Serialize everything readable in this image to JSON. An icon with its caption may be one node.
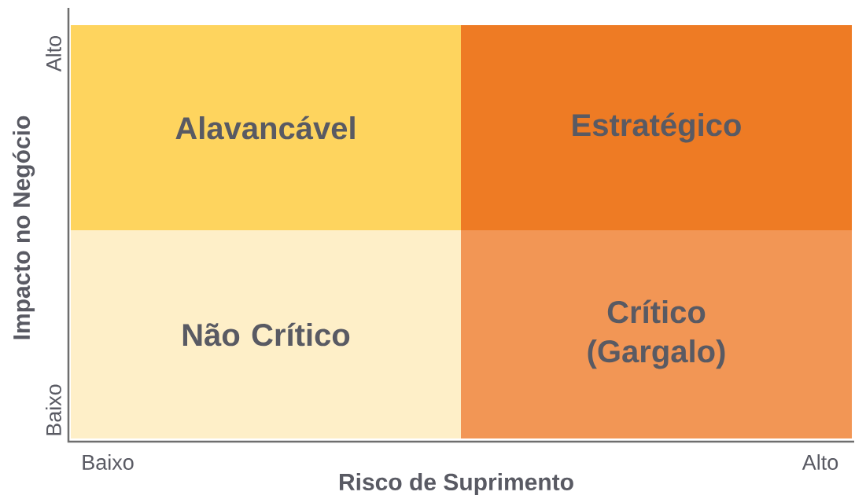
{
  "diagram": {
    "nodes": [
      {
        "text": [
          "Alavancável"
        ]
      },
      {
        "text": [
          "Estratégico"
        ]
      },
      {
        "text": [
          "Não Crítico"
        ]
      },
      {
        "text": [
          "Crítico (Gargalo)"
        ]
      }
    ],
    "labels": [
      "Alto",
      "Impacto no Negócio",
      "Baixo",
      "Baixo",
      "Alto",
      "Risco de Suprimento"
    ]
  }
}
